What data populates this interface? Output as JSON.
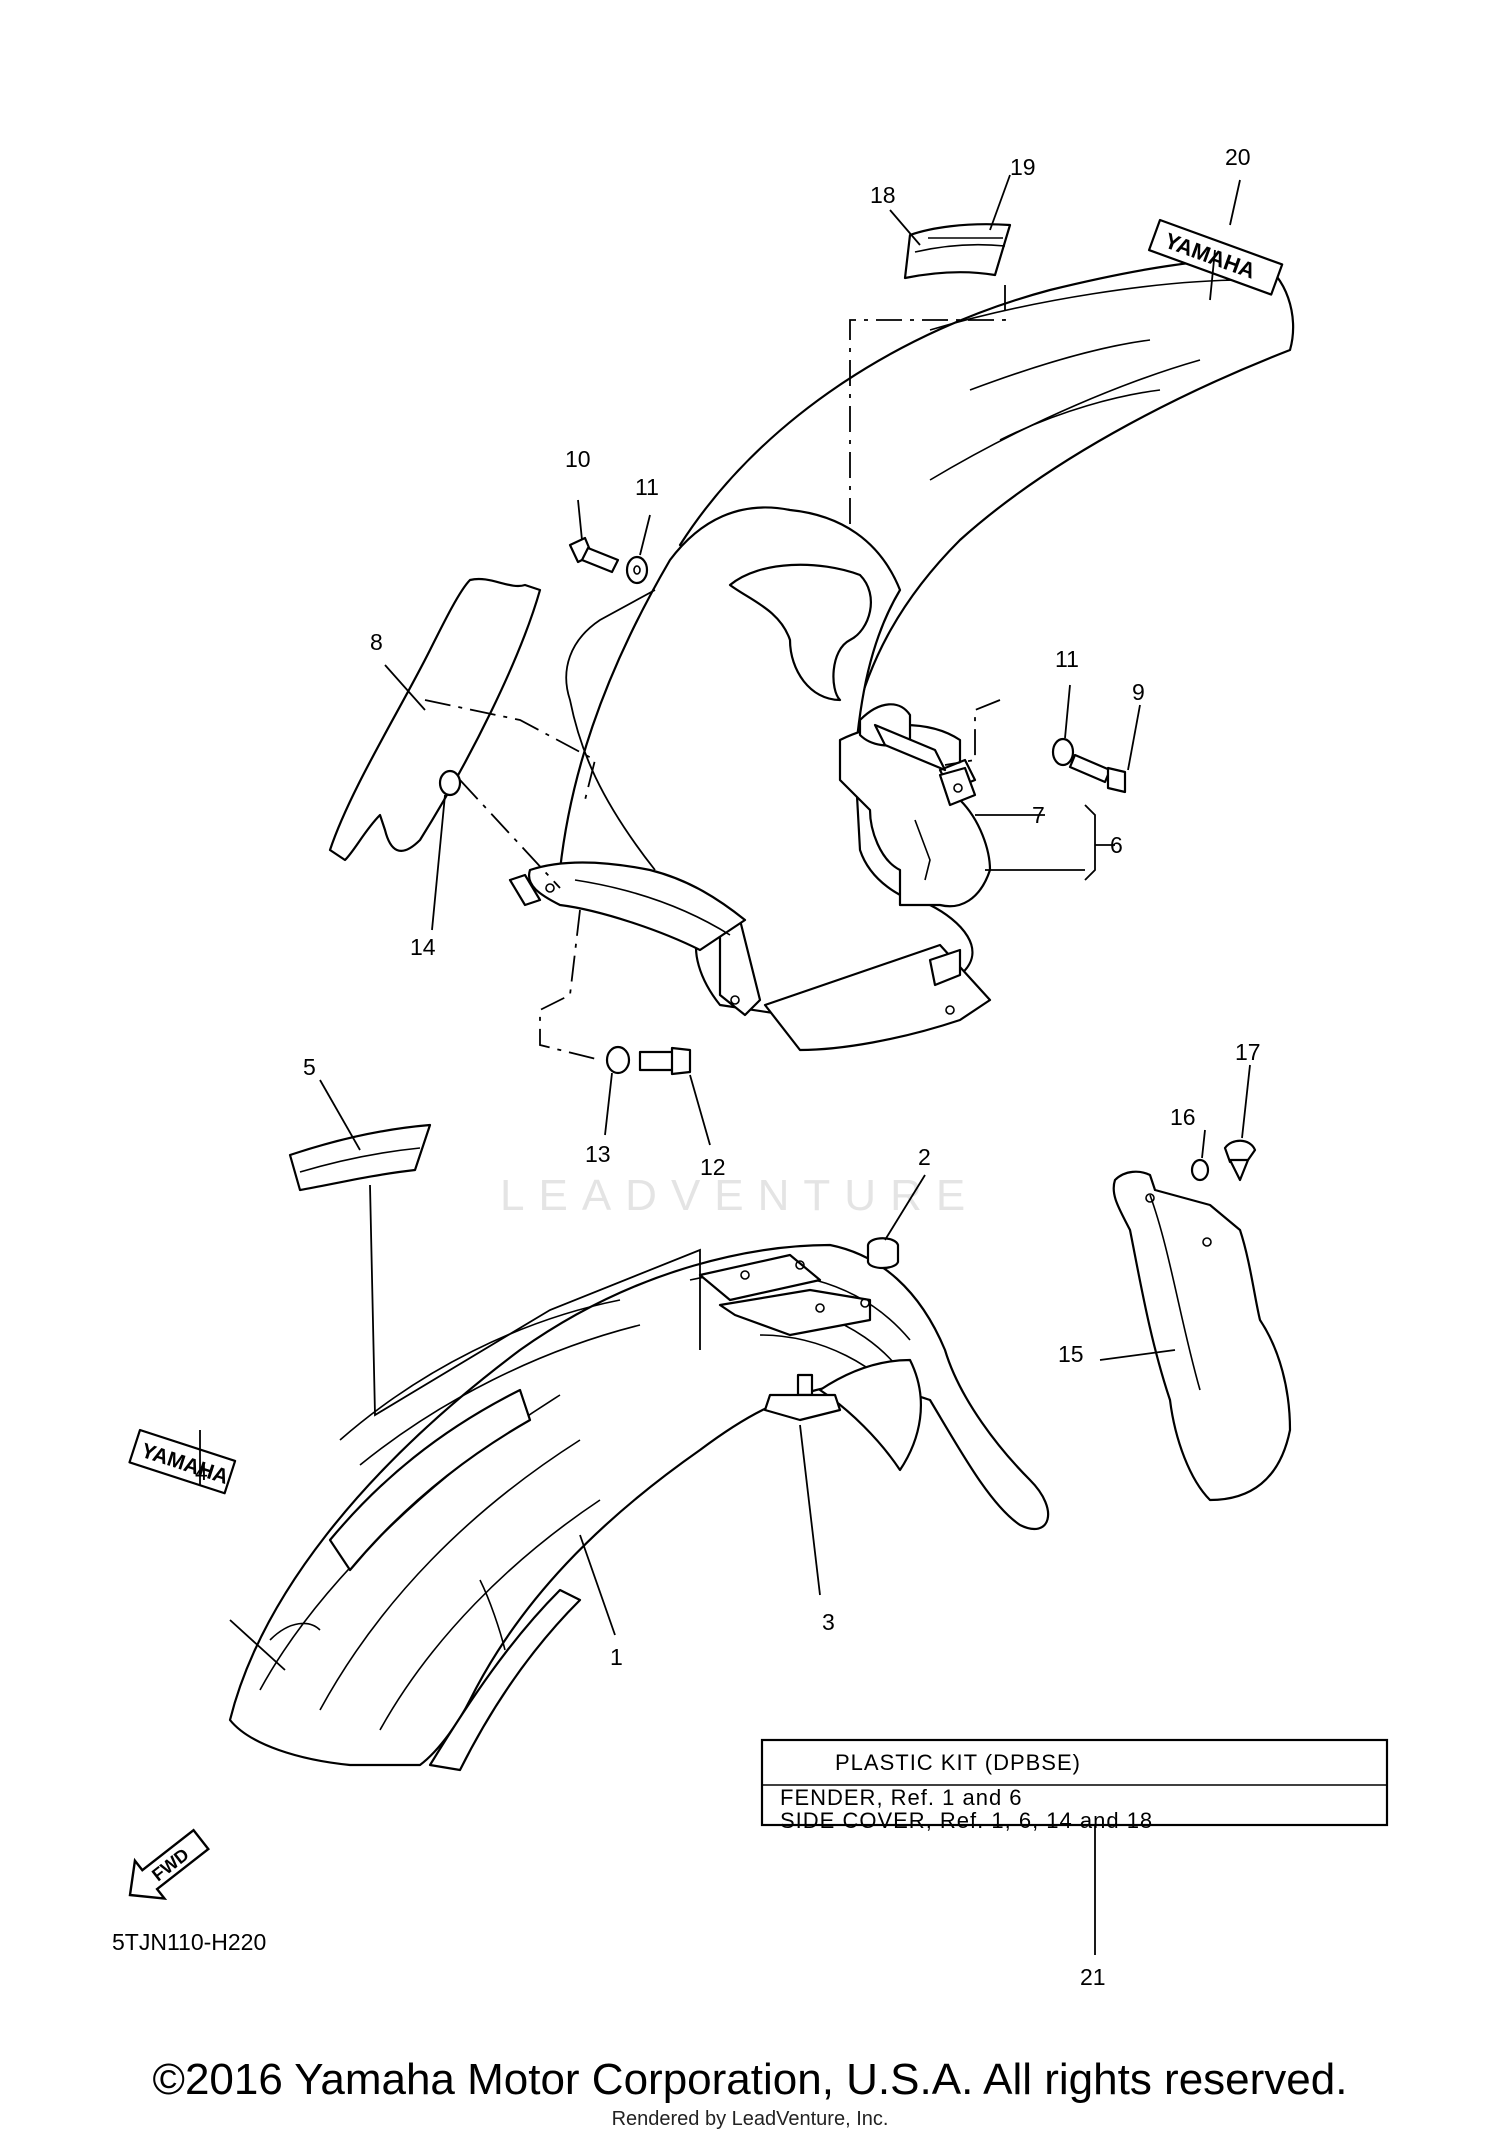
{
  "diagram": {
    "drawing_code": "5TJN110-H220",
    "callouts": [
      "1",
      "2",
      "3",
      "4",
      "5",
      "6",
      "7",
      "8",
      "9",
      "10",
      "11",
      "11",
      "12",
      "13",
      "14",
      "15",
      "16",
      "17",
      "18",
      "19",
      "20",
      "21"
    ],
    "decal_text": "YAMAHA",
    "fwd_label": "FWD",
    "watermark": "LEADVENTURE",
    "kit_box": {
      "title": "PLASTIC KIT (DPBSE)",
      "line1": "FENDER, Ref. 1 and 6",
      "line2": "SIDE COVER, Ref. 1, 6, 14 and  18"
    }
  },
  "footer": {
    "copyright": "©2016 Yamaha Motor Corporation, U.S.A. All rights reserved.",
    "rendered_by": "Rendered by LeadVenture, Inc."
  }
}
